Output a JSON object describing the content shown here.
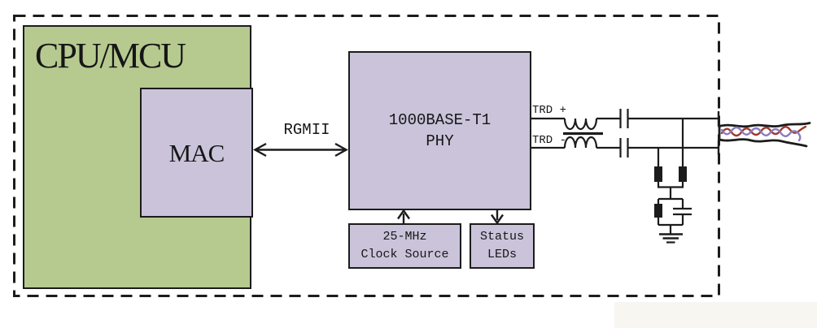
{
  "blocks": {
    "cpu": {
      "label": "CPU/MCU"
    },
    "mac": {
      "label": "MAC"
    },
    "phy": {
      "line1": "1000BASE-T1",
      "line2": "PHY"
    },
    "clock": {
      "line1": "25-MHz",
      "line2": "Clock Source"
    },
    "leds": {
      "line1": "Status",
      "line2": "LEDs"
    }
  },
  "labels": {
    "bus": "RGMII",
    "trd_plus": "TRD +",
    "trd_minus": "TRD -"
  },
  "colors": {
    "line": "#1c1c1c",
    "block_green": "#b6ca90",
    "block_purple": "#cac3da",
    "wire_red": "#9e3a2c",
    "wire_purple": "#8b7cc0",
    "watermark": "#f7f6f1"
  }
}
